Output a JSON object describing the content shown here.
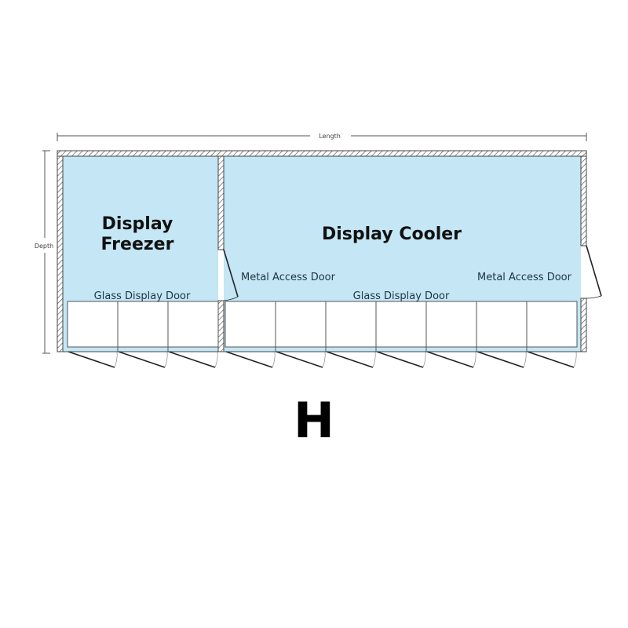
{
  "dimensions": {
    "length_label": "Length",
    "depth_label": "Depth"
  },
  "rooms": {
    "freezer": {
      "title_line1": "Display",
      "title_line2": "Freezer",
      "door_label": "Glass Display Door",
      "glass_door_count": 3
    },
    "cooler": {
      "title": "Display Cooler",
      "door_label": "Glass Display Door",
      "glass_door_count": 7,
      "left_access_label": "Metal Access Door",
      "right_access_label": "Metal Access Door"
    }
  },
  "layout_letter": "H",
  "colors": {
    "interior": "#c4e6f5",
    "wall": "#555555",
    "text": "#1f3340"
  }
}
